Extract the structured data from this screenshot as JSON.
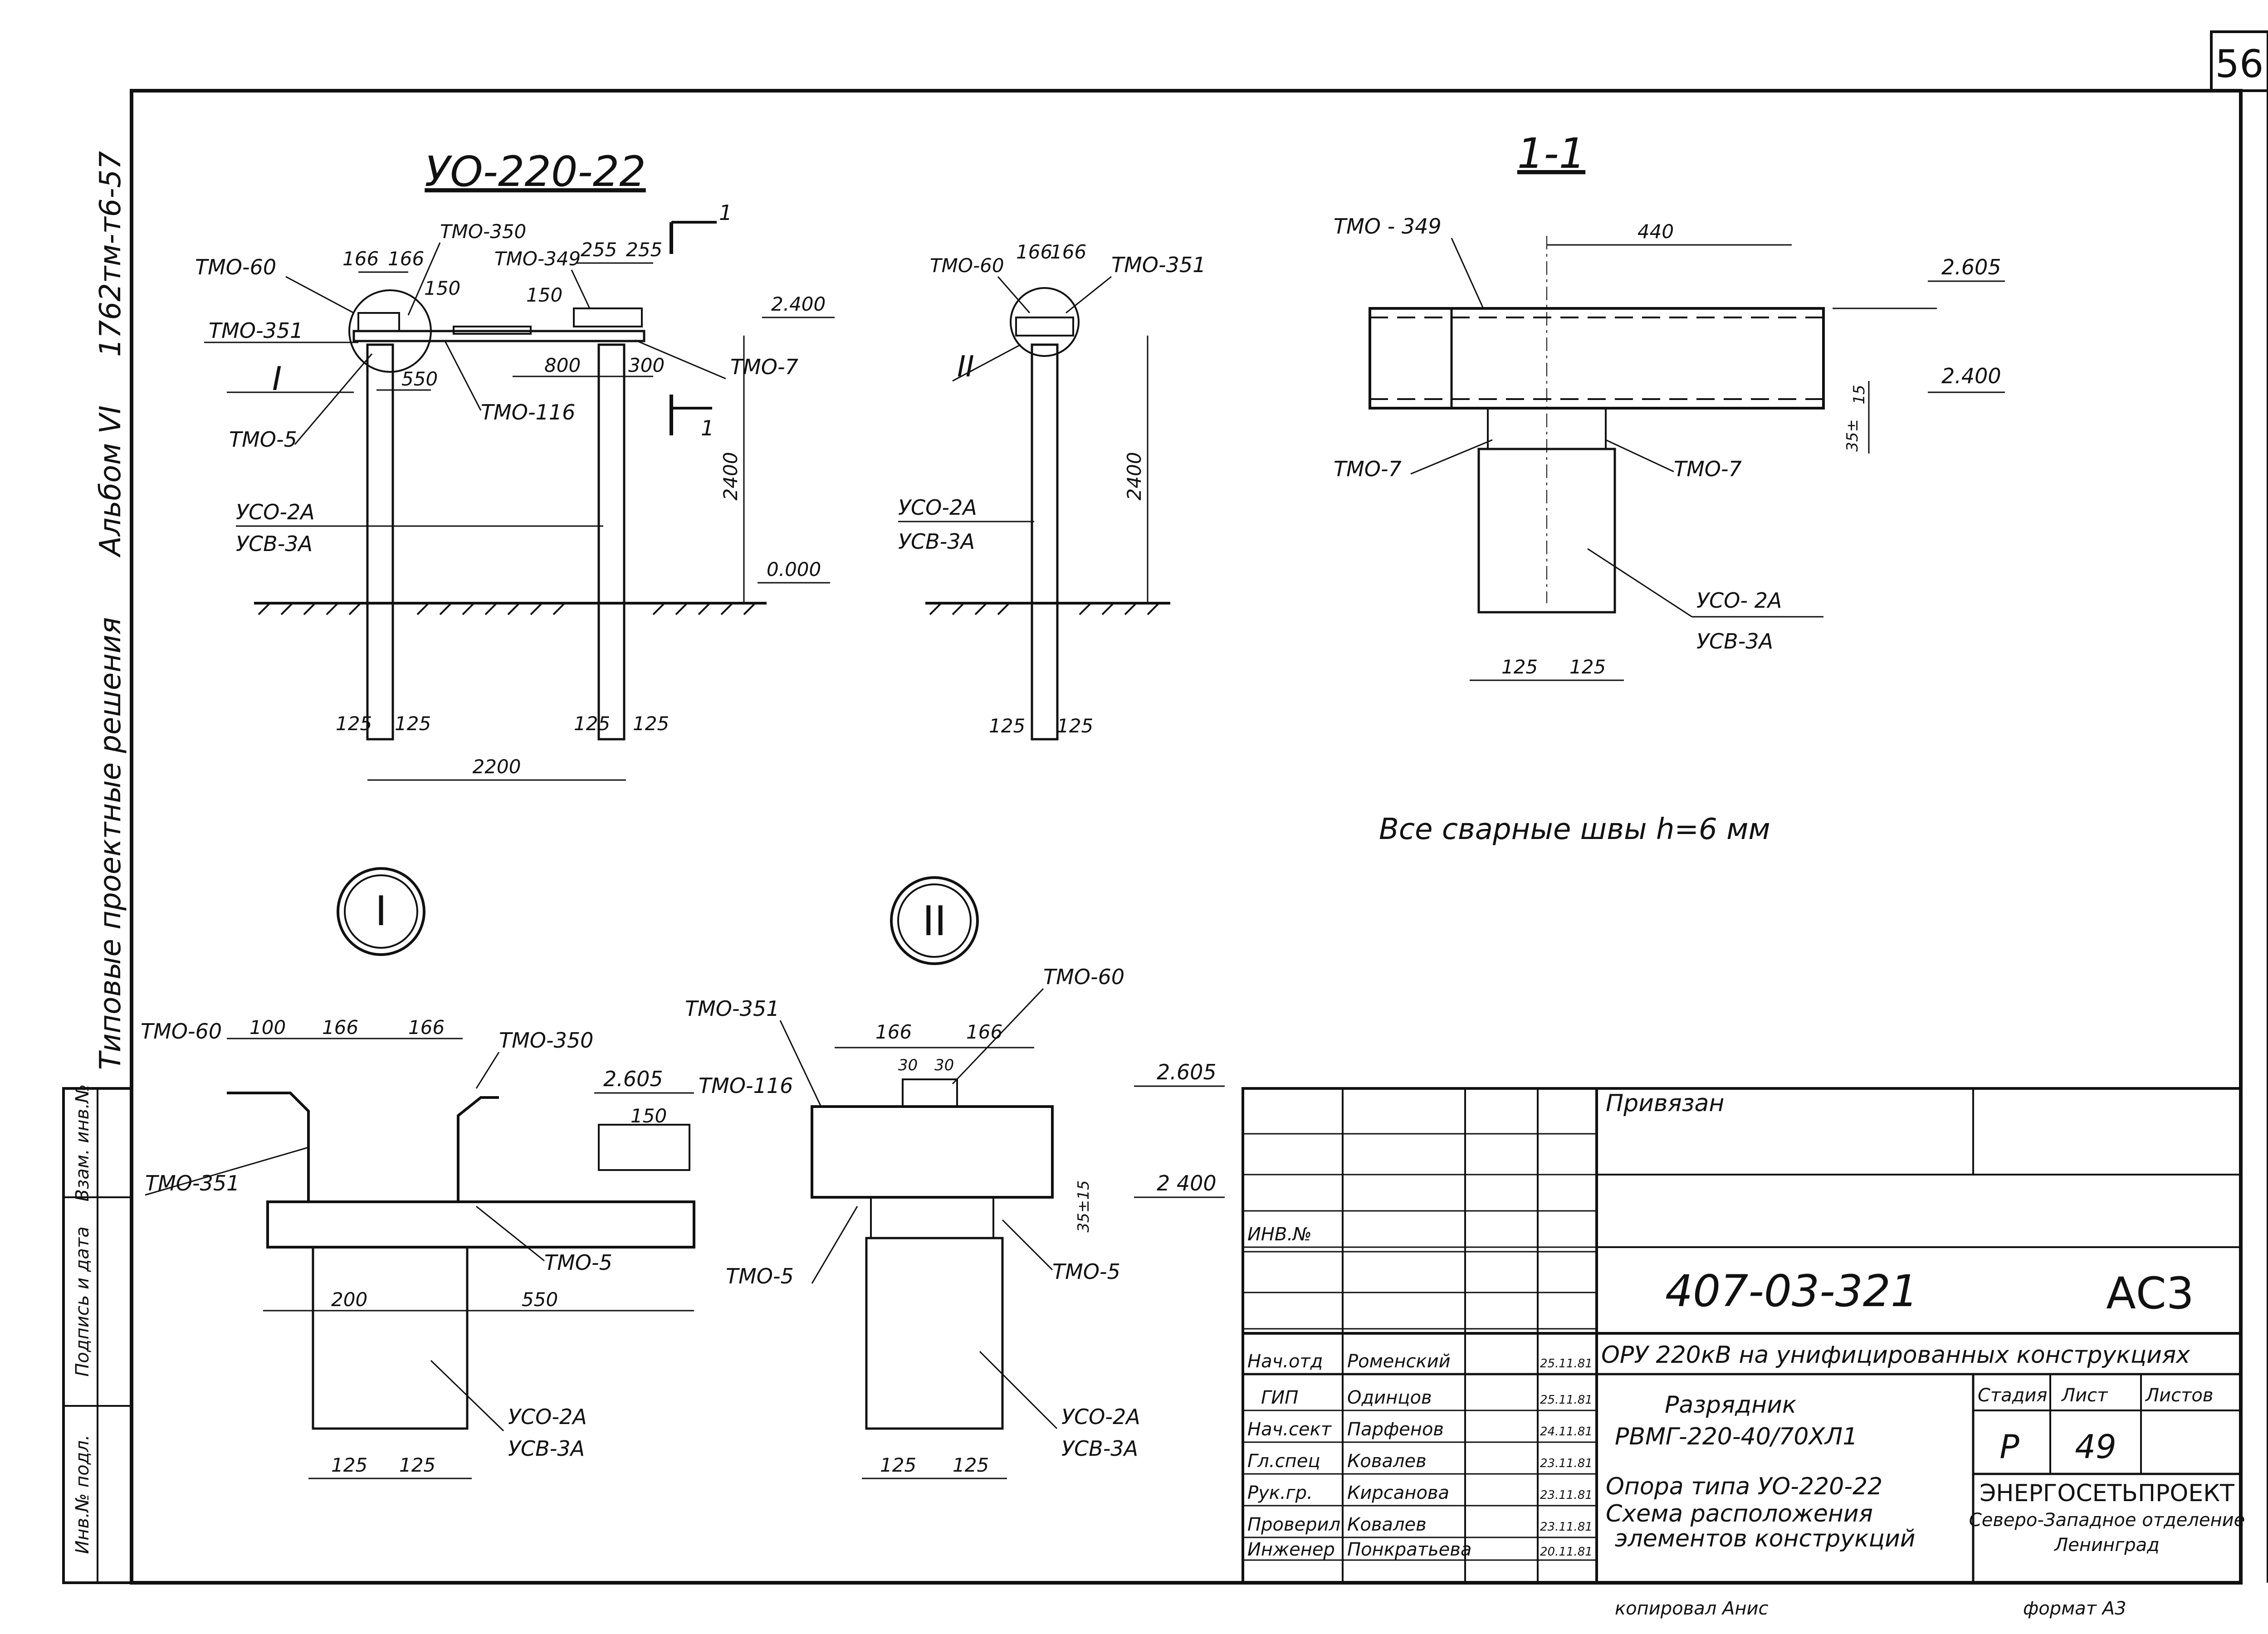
{
  "sheet": {
    "page_no": "56",
    "side_code": "1762тм-т6-57",
    "side_album": "Альбом VI",
    "side_series": "Типовые проектные решения"
  },
  "main_view": {
    "title": "УО-220-22",
    "section_mark": "1",
    "labels": {
      "tmo60": "ТМО-60",
      "tmo351": "ТМО-351",
      "tmo350": "ТМО-350",
      "tmo349": "ТМО-349",
      "tmo5": "ТМО-5",
      "tmo116": "ТМО-116",
      "tmo7": "ТМО-7",
      "node1": "I",
      "uso": "УСО-2А",
      "usv": "УСВ-3А"
    },
    "dims": {
      "d166a": "166",
      "d166b": "166",
      "d150a": "150",
      "d150b": "150",
      "d255a": "255",
      "d255b": "255",
      "d550": "550",
      "d800": "800",
      "d300": "300",
      "h2400": "2400",
      "elev2400": "2.400",
      "elev0": "0.000",
      "d125a": "125",
      "d125b": "125",
      "d125c": "125",
      "d125d": "125",
      "span": "2200"
    }
  },
  "side_view": {
    "labels": {
      "tmo60": "ТМО-60",
      "tmo351": "ТМО-351",
      "node2": "II",
      "uso": "УСО-2А",
      "usv": "УСВ-3А"
    },
    "dims": {
      "d166a": "166",
      "d166b": "166",
      "h2400": "2400",
      "d125a": "125",
      "d125b": "125"
    }
  },
  "section_view": {
    "title": "1-1",
    "labels": {
      "tmo349": "ТМО - 349",
      "tmo7a": "ТМО-7",
      "tmo7b": "ТМО-7",
      "uso": "УСО- 2А",
      "usv": "УСВ-3А"
    },
    "dims": {
      "d440": "440",
      "elev2605": "2.605",
      "elev2400": "2.400",
      "d15": "15",
      "d35": "35±",
      "d125a": "125",
      "d125b": "125"
    }
  },
  "note": "Все сварные швы h=6 мм",
  "detail1": {
    "marker": "I",
    "labels": {
      "tmo60": "ТМО-60",
      "tmo350": "ТМО-350",
      "tmo351": "ТМО-351",
      "tmo116": "ТМО-116",
      "tmo5": "ТМО-5",
      "uso": "УСО-2А",
      "usv": "УСВ-3А"
    },
    "dims": {
      "d100": "100",
      "d166a": "166",
      "d166b": "166",
      "elev2605": "2.605",
      "d150": "150",
      "d200": "200",
      "d550": "550",
      "d125a": "125",
      "d125b": "125"
    }
  },
  "detail2": {
    "marker": "II",
    "labels": {
      "tmo351": "ТМО-351",
      "tmo60": "ТМО-60",
      "tmo5a": "ТМО-5",
      "tmo5b": "ТМО-5",
      "uso": "УСО-2А",
      "usv": "УСВ-3А"
    },
    "dims": {
      "d166a": "166",
      "d166b": "166",
      "d30a": "30",
      "d30b": "30",
      "elev2605": "2.605",
      "elev2400": "2 400",
      "d35": "35±15",
      "d125a": "125",
      "d125b": "125"
    }
  },
  "stamp": {
    "privyazan": "Привязан",
    "inv": "ИНВ.№",
    "code": "407-03-321",
    "sheet_code": "АС3",
    "project": "ОРУ 220кВ на унифицированных конструкциях",
    "title1": "Разрядник",
    "title2": "РВМГ-220-40/70ХЛ1",
    "title3": "Опора типа УО-220-22",
    "title4": "Схема расположения",
    "title5": "элементов конструкций",
    "stage_h": "Стадия",
    "list_h": "Лист",
    "lists_h": "Листов",
    "stage": "Р",
    "list": "49",
    "org1": "ЭНЕРГОСЕТЬПРОЕКТ",
    "org2": "Северо-Западное отделение",
    "org3": "Ленинград",
    "copied": "копировал Анис",
    "format": "формат А3",
    "people": [
      {
        "role": "Нач.отд",
        "name": "Роменский",
        "date": "25.11.81"
      },
      {
        "role": "ГИП",
        "name": "Одинцов",
        "date": "25.11.81"
      },
      {
        "role": "Нач.сект",
        "name": "Парфенов",
        "date": "24.11.81"
      },
      {
        "role": "Гл.спец",
        "name": "Ковалев",
        "date": "23.11.81"
      },
      {
        "role": "Рук.гр.",
        "name": "Кирсанова",
        "date": "23.11.81"
      },
      {
        "role": "Проверил",
        "name": "Ковалев",
        "date": "23.11.81"
      },
      {
        "role": "Инженер",
        "name": "Понкратьева",
        "date": "20.11.81"
      }
    ]
  },
  "left_strip": {
    "l1": "Взам. инв.№",
    "l2": "Подпись и дата",
    "l3": "Инв.№ подл."
  }
}
